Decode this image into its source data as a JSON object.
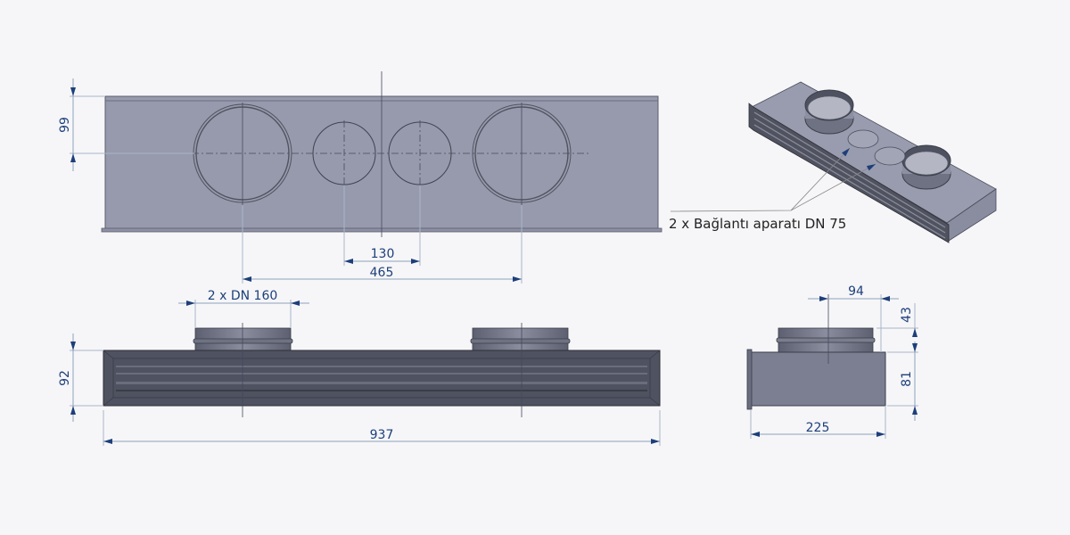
{
  "drawing": {
    "top_view": {
      "dim_height": "99",
      "dim_small_spacing": "130",
      "dim_large_spacing": "465"
    },
    "front_view": {
      "dim_collar": "2 x DN 160",
      "dim_height": "92",
      "dim_length": "937"
    },
    "side_view": {
      "dim_collar_offset": "94",
      "dim_collar_height": "43",
      "dim_body_height": "81",
      "dim_depth": "225"
    },
    "iso_view": {
      "callout": "2 x Bağlantı aparatı DN 75"
    },
    "colors": {
      "dimension": "#1d3f7a",
      "body_top": "#979aad",
      "body_front": "#4f5261",
      "body_side": "#7c7f92"
    }
  }
}
